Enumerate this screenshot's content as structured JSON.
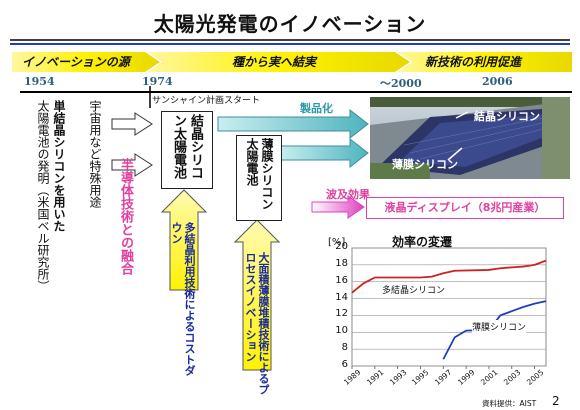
{
  "title": "太陽光発電のイノベーション",
  "phases": [
    "イノベーションの源",
    "種から実へ結実",
    "新技術の利用促進"
  ],
  "years": [
    "1954",
    "1974",
    "～2000",
    "2006"
  ],
  "sunshine": "サンシャイン計画スタート",
  "col_a": "単結晶シリコンを用いた",
  "col_b": "太陽電池の発明（米国ベル研究所）",
  "col_c": "宇宙用など特殊用途",
  "pink_fusion": "半導体技術との融合",
  "box1": "結晶シリコン太陽電池",
  "box2": "薄膜シリコン太陽電池",
  "note1": "多結晶利用技術によるコストダウン",
  "note2": "大面積薄膜堆積技術によるプロセスイノベーション",
  "seihinka": "製品化",
  "photo_label1": "結晶シリコン",
  "photo_label2": "薄膜シリコン",
  "hakyu": "波及効果",
  "lcd": "液晶ディスプレイ（8兆円産業）",
  "page_num": "2",
  "credit": "資料提供：AIST",
  "chart_data": {
    "type": "line",
    "title": "効率の変遷",
    "ylabel": "[%]",
    "ylim": [
      6,
      20
    ],
    "yticks": [
      6,
      8,
      10,
      12,
      14,
      16,
      18,
      20
    ],
    "xticks": [
      "1989",
      "1991",
      "1993",
      "1995",
      "1997",
      "1999",
      "2001",
      "2003",
      "2005"
    ],
    "xlim": [
      1989,
      2006
    ],
    "series": [
      {
        "name": "多結晶シリコン",
        "color": "#d02020",
        "x": [
          1989,
          1990,
          1991,
          1995,
          1996,
          1997,
          1998,
          2001,
          2002,
          2003,
          2004,
          2005,
          2006
        ],
        "y": [
          14.7,
          15.8,
          16.5,
          16.5,
          16.6,
          17.0,
          17.3,
          17.4,
          17.6,
          17.7,
          17.8,
          18.0,
          18.5
        ]
      },
      {
        "name": "薄膜シリコン",
        "color": "#1f3fbf",
        "x": [
          1997,
          1998,
          1999,
          2001,
          2002,
          2003,
          2004,
          2005,
          2006
        ],
        "y": [
          6.8,
          9.4,
          10.2,
          10.3,
          12.0,
          12.5,
          13.0,
          13.4,
          13.7
        ]
      }
    ]
  }
}
